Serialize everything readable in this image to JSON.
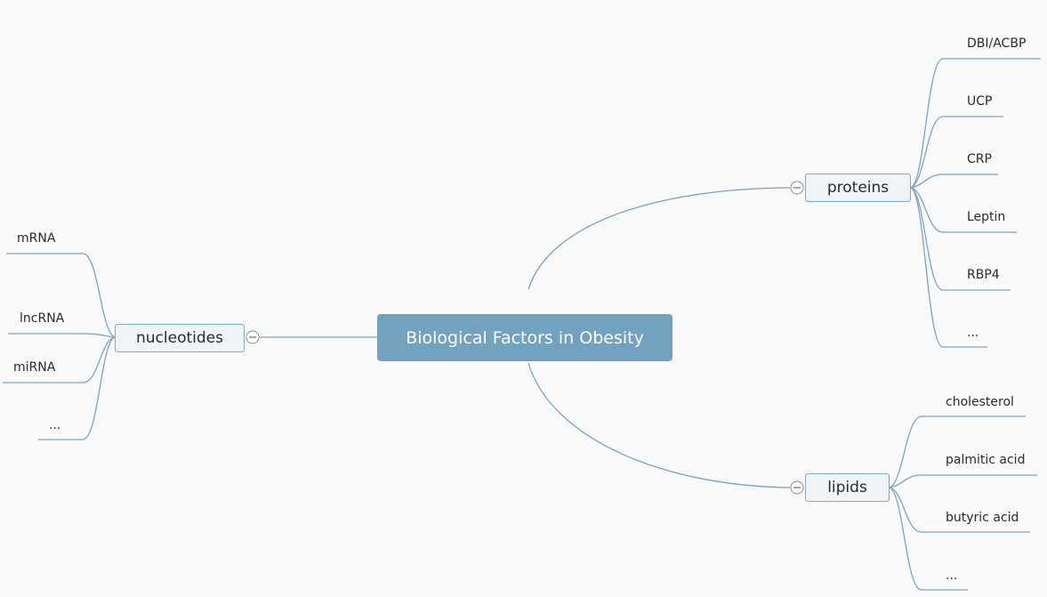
{
  "central_topic": "Biological Factors in Obesity",
  "branches": {
    "proteins": {
      "label": "proteins",
      "items": [
        "DBI/ACBP",
        "UCP",
        "CRP",
        "Leptin",
        "RBP4",
        "..."
      ]
    },
    "lipids": {
      "label": "lipids",
      "items": [
        "cholesterol",
        "palmitic acid",
        "butyric acid",
        "..."
      ]
    },
    "nucleotides": {
      "label": "nucleotides",
      "items": [
        "mRNA",
        "lncRNA",
        "miRNA",
        "..."
      ]
    }
  },
  "colors": {
    "central_fill": "#73a2bf",
    "connector": "#7aa3bd",
    "branch_fill": "#eef4f8",
    "branch_border": "#7ea8c4",
    "background": "#fafafa"
  },
  "icons": {
    "collapse_toggle": "minus-circle-icon"
  }
}
